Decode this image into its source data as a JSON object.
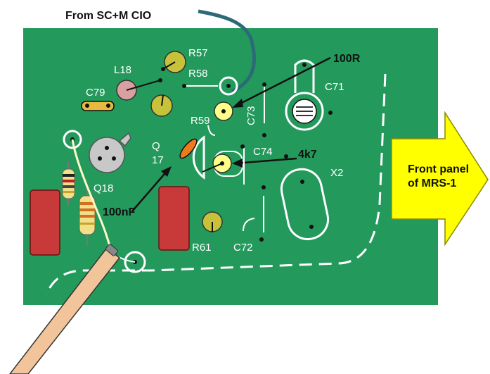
{
  "title": "From SC+M CIO",
  "arrow_label_line1": "Front panel",
  "arrow_label_line2": "of MRS-1",
  "callouts": {
    "r100": "100R",
    "k4k7": "4k7",
    "nf100": "100nF"
  },
  "labels": {
    "r57": "R57",
    "l18": "L18",
    "r58": "R58",
    "c79": "C79",
    "c71": "C71",
    "r59": "R59",
    "c73": "C73",
    "q17a": "Q",
    "q17b": "17",
    "c74": "C74",
    "x2": "X2",
    "q18": "Q18",
    "r61": "R61",
    "c72": "C72"
  },
  "colors": {
    "board": "#239a5c",
    "cable": "#2d6a78",
    "arrow": "#ffff00",
    "resistor_block": "#c83a3a",
    "pad_yellow": "#ffff88",
    "pad_olive": "#c8c23a",
    "probe": "#f2c49a",
    "orange_cap": "#f07a1a",
    "l18": "#d8a0a0"
  }
}
